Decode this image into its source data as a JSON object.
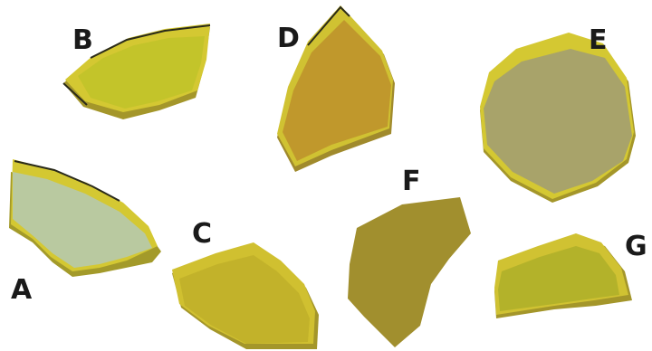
{
  "shapes": [
    {
      "id": "a",
      "label": "A",
      "top_color": "#b9c9a0",
      "side_color": "#a39a2a",
      "rim_color": "#d4c832"
    },
    {
      "id": "b",
      "label": "B",
      "top_color": "#c3c42a",
      "side_color": "#a4962a",
      "rim_color": "#d4c832"
    },
    {
      "id": "c",
      "label": "C",
      "top_color": "#c2b22a",
      "side_color": "#a4962a",
      "rim_color": "#d0c030"
    },
    {
      "id": "d",
      "label": "D",
      "top_color": "#c0982c",
      "side_color": "#a08a2c",
      "rim_color": "#d0c232"
    },
    {
      "id": "e",
      "label": "E",
      "top_color": "#a8a36a",
      "side_color": "#a4962a",
      "rim_color": "#d4c832"
    },
    {
      "id": "f",
      "label": "F",
      "top_color": "#a18f2e",
      "side_color": "#8f7f2a",
      "rim_color": "#a18f2e"
    },
    {
      "id": "g",
      "label": "G",
      "top_color": "#b3b22a",
      "side_color": "#a4962a",
      "rim_color": "#d0c232"
    }
  ]
}
